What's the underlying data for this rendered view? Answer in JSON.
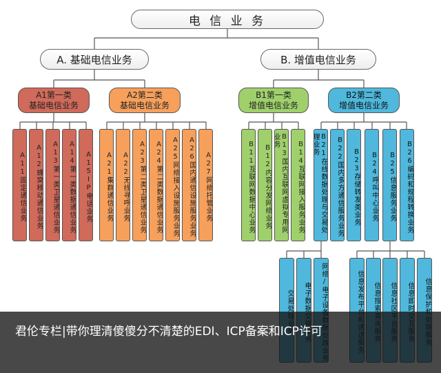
{
  "root": "电 信 业 务",
  "branch_a": "A. 基础电信业务",
  "branch_b": "B. 增值电信业务",
  "a1": {
    "line1": "A1第一类",
    "line2": "基础电信业务"
  },
  "a2": {
    "line1": "A2第二类",
    "line2": "基础电信业务"
  },
  "b1": {
    "line1": "B1第一类",
    "line2": "增值电信业务"
  },
  "b2": {
    "line1": "B2第二类",
    "line2": "增值电信业务"
  },
  "leaves_a1": [
    "A11固定通信业务",
    "A12蜂窝移动通信业务",
    "A13第一类卫星通信业务",
    "A14第一类数据通信业务",
    "A15IP电话业务"
  ],
  "leaves_a2": [
    "A21集群通信业务",
    "A22无线寻呼业务",
    "A23第二类卫星通信业务",
    "A24第二类数据通信业务",
    "A25网络接入设施服务业务",
    "A26国内通信设施服务业务",
    "A27网络托管业务"
  ],
  "leaves_b1": [
    "B11互联网数据中心业务",
    "B12内容分发网络业务",
    "B13国内互联网虚拟专用网业务",
    "B14互联网接入服务业务"
  ],
  "leaves_b2": [
    "B21在线数据处理与交易处理业务",
    "B22国内多方通信服务业务",
    "B23存储转发类业务",
    "B24呼叫中心业务",
    "B25信息服务业务",
    "B26编码和规程转换业务"
  ],
  "sub_b21": [
    "交易处理业务",
    "电子数据交换业务",
    "网络/电子设备数据处理业务"
  ],
  "sub_b25": [
    "信息发布平台和递送服务",
    "信息搜索查询服务",
    "信息社区平台服务",
    "信息即时交互服务",
    "信息保护和处理服务"
  ],
  "caption": "君伦专栏|带你理清傻傻分不清楚的EDI、ICP备案和ICP许可",
  "colors": {
    "a1": "#d06a5a",
    "a2": "#f6a05c",
    "b1": "#9fd06c",
    "b2": "#4fb8dc"
  }
}
